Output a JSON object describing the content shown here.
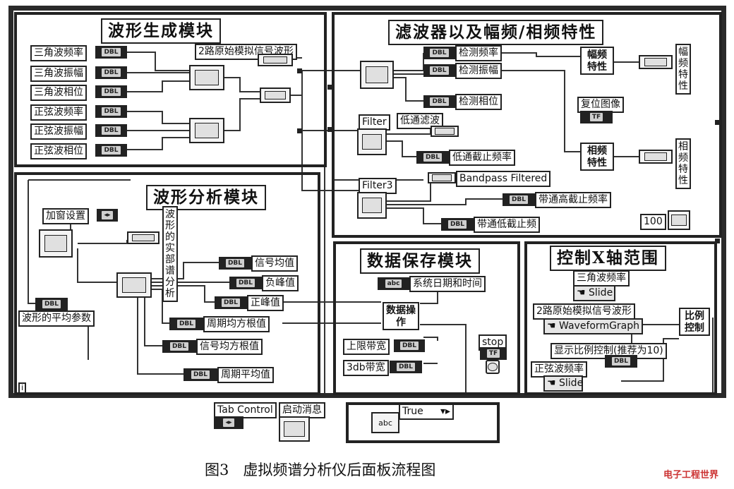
{
  "sections": {
    "waveform_gen": "波形生成模块",
    "filter": "滤波器以及幅频/相频特性",
    "analysis": "波形分析模块",
    "data_save": "数据保存模块",
    "x_axis": "控制X轴范围"
  },
  "gen_controls": [
    "三角波频率",
    "三角波振幅",
    "三角波相位",
    "正弦波频率",
    "正弦波振幅",
    "正弦波相位"
  ],
  "terminal_dbl": "DBL",
  "terminal_tf": "TF",
  "signal_2ch": "2路原始模拟信号波形",
  "filter_panel": {
    "detect_freq": "检测频率",
    "detect_amp": "检测振幅",
    "detect_phase": "检测相位",
    "filter_label": "Filter",
    "lowpass_wave": "低通滤波",
    "lowpass_cutoff": "低通截止频率",
    "filter3_label": "Filter3",
    "bandpass": "Bandpass Filtered",
    "bp_high": "带通高截止频率",
    "bp_low": "带通低截止频",
    "amp_char_block": "幅频特性",
    "amp_char_out": "幅频特性",
    "reset_image": "复位图像",
    "phase_char_block": "相频特性",
    "phase_char_out": "相频特性",
    "wait_const": "100"
  },
  "analysis_panel": {
    "window_setting": "加窗设置",
    "real_spectrum": "波形的实部谱分析",
    "signal_mean": "信号均值",
    "neg_peak": "负峰值",
    "pos_peak": "正峰值",
    "period_rms": "周期均方根值",
    "signal_rms": "信号均方根值",
    "period_mean": "周期平均值",
    "avg_params": "波形的平均参数"
  },
  "save_panel": {
    "datetime": "系统日期和时间",
    "data_op": "数据操作",
    "upper_bw": "上限带宽",
    "bw_3db": "3db带宽",
    "stop": "stop"
  },
  "xaxis_panel": {
    "tri_freq": "三角波频率",
    "slide": "Slide",
    "signal_2ch": "2路原始模拟信号波形",
    "waveform_graph": "WaveformGraph",
    "ratio_ctrl": "比例控制",
    "display_ratio": "显示比例控制(推荐为10)",
    "sine_freq": "正弦波频率",
    "slide2": "Slide"
  },
  "bottom": {
    "tab_control": "Tab Control",
    "startup_msg": "启动消息",
    "case_true": "True",
    "abc": "abc",
    "loop_index": "i"
  },
  "caption": "图3   虚拟频谱分析仪后面板流程图",
  "watermark": "电子工程世界"
}
